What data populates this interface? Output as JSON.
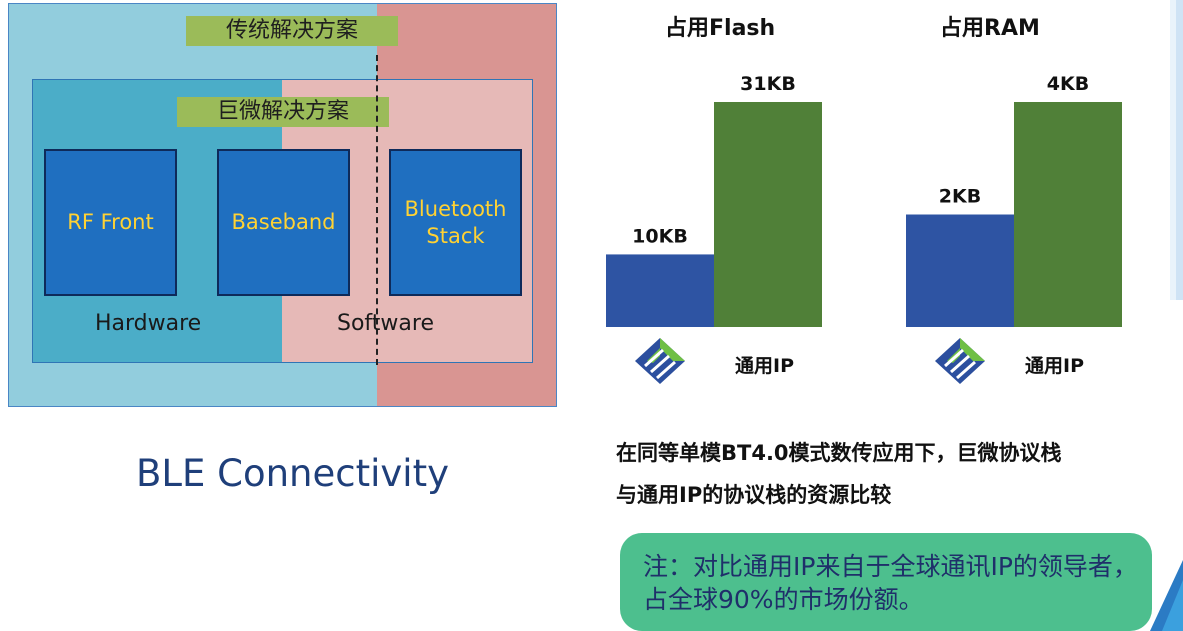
{
  "diagram": {
    "traditional_label": "传统解决方案",
    "jw_label": "巨微解决方案",
    "blocks": [
      "RF Front",
      "Baseband",
      "Bluetooth\nStack"
    ],
    "hardware_label": "Hardware",
    "software_label": "Software",
    "title": "BLE Connectivity"
  },
  "chart_data": [
    {
      "type": "bar",
      "title": "占用Flash",
      "categories": [
        "巨微",
        "通用IP"
      ],
      "values": [
        10,
        31
      ],
      "value_labels": [
        "10KB",
        "31KB"
      ],
      "unit": "KB",
      "colors": [
        "#2e54a3",
        "#508038"
      ],
      "xlabel": "通用IP"
    },
    {
      "type": "bar",
      "title": "占用RAM",
      "categories": [
        "巨微",
        "通用IP"
      ],
      "values": [
        2,
        4
      ],
      "value_labels": [
        "2KB",
        "4KB"
      ],
      "unit": "KB",
      "colors": [
        "#2e54a3",
        "#508038"
      ],
      "xlabel": "通用IP"
    }
  ],
  "icons": {
    "logo": "jw-logo-icon"
  },
  "caption_line1": "在同等单模BT4.0模式数传应用下，巨微协议栈",
  "caption_line2": "与通用IP的协议栈的资源比较",
  "note": "注：对比通用IP来自于全球通讯IP的领导者，占全球90%的市场份额。"
}
